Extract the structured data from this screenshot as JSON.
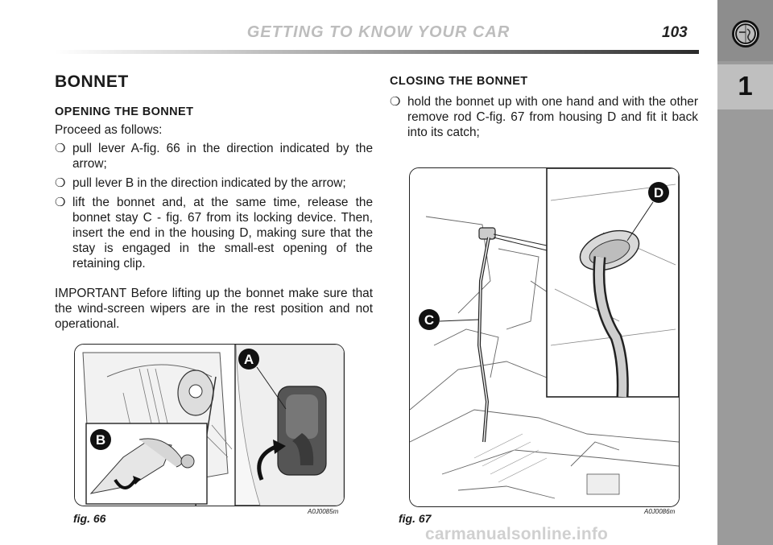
{
  "header": {
    "title": "GETTING TO KNOW YOUR CAR",
    "page_number": "103"
  },
  "sidebar": {
    "chapter": "1",
    "logo_icon": "alfa-romeo-badge-icon"
  },
  "left_column": {
    "heading": "BONNET",
    "subheading": "OPENING THE BONNET",
    "intro": "Proceed as follows:",
    "bullets": [
      "pull lever A-fig. 66 in the direction indicated by the arrow;",
      "pull lever B in the direction indicated by the arrow;",
      "lift the bonnet and, at the same time, release the bonnet stay C - fig. 67 from its locking device. Then, insert the end in the housing D, making sure that the stay is engaged in the small-est opening of the retaining clip."
    ],
    "important": "IMPORTANT Before lifting up the bonnet make sure that the wind-screen wipers are in the rest position and not operational."
  },
  "right_column": {
    "subheading": "CLOSING THE BONNET",
    "bullets": [
      "hold the bonnet up with one hand and with the other remove rod C-fig. 67 from housing D and fit it back into its catch;"
    ]
  },
  "figures": [
    {
      "label": "fig. 66",
      "code": "A0J0085m",
      "callouts": [
        "A",
        "B"
      ]
    },
    {
      "label": "fig. 67",
      "code": "A0J0086m",
      "callouts": [
        "C",
        "D"
      ]
    }
  ],
  "bullet_glyph": "❍",
  "footer": {
    "watermark": "carmanualsonline.info"
  }
}
